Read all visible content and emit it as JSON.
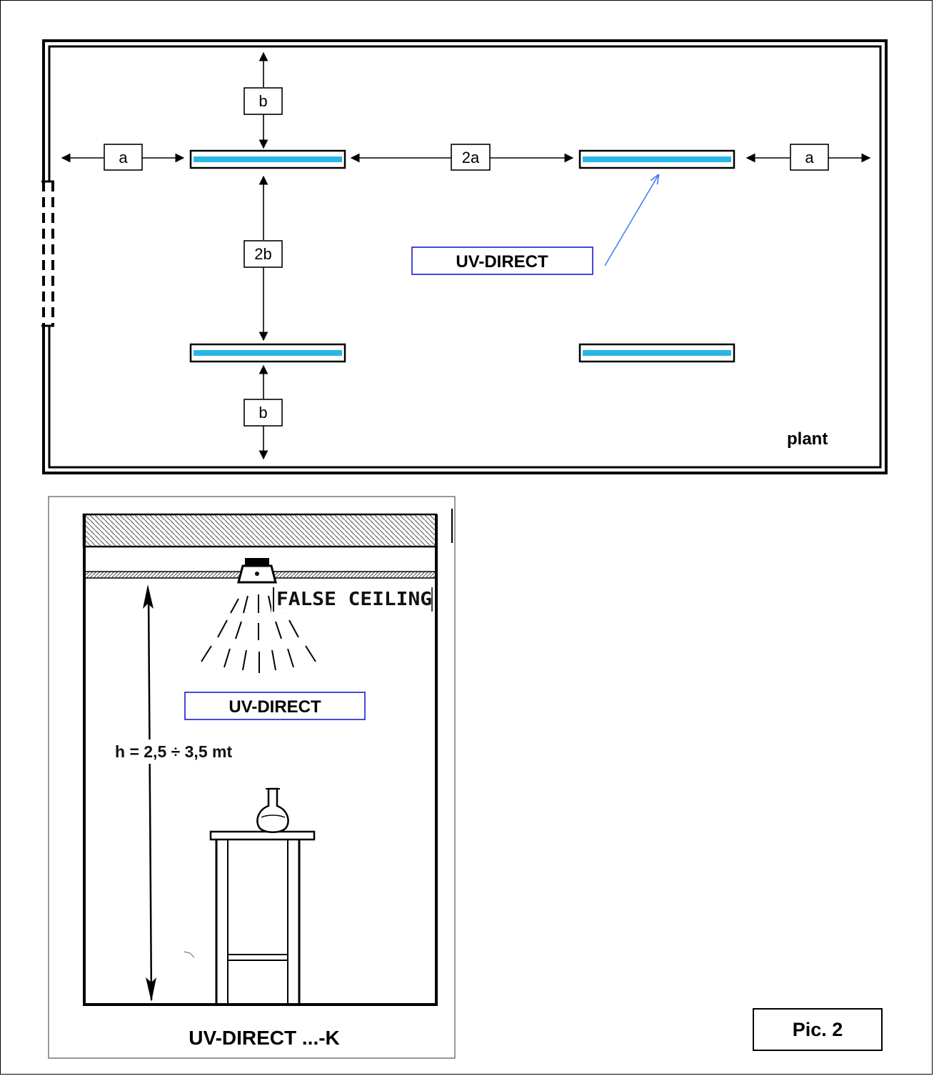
{
  "plan": {
    "dim_a_left": "a",
    "dim_a_right": "a",
    "dim_2a": "2a",
    "dim_b_top": "b",
    "dim_b_bottom": "b",
    "dim_2b": "2b",
    "uv_label": "UV-DIRECT",
    "plant_label": "plant"
  },
  "section": {
    "false_ceiling_label": "FALSE CEILING",
    "uv_label": "UV-DIRECT",
    "height_label": "h = 2,5 ÷ 3,5 mt",
    "caption": "UV-DIRECT ...-K"
  },
  "pic_label": "Pic. 2",
  "colors": {
    "lamp_blue": "#29b6e6",
    "label_border_blue": "#1a1ad0",
    "pointer_blue": "#3c78f0",
    "hatch_gray": "#555555"
  }
}
